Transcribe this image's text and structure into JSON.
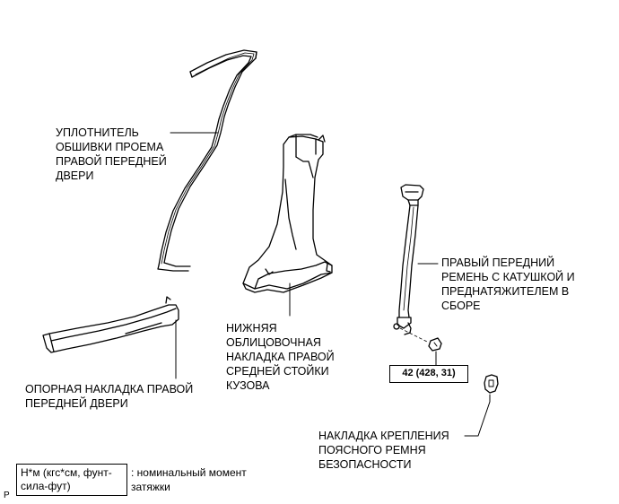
{
  "labels": {
    "weatherstrip": "УПЛОТНИТЕЛЬ\nОБШИВКИ ПРОЕМА\nПРАВОЙ ПЕРЕДНЕЙ\nДВЕРИ",
    "pillar_garnish": "НИЖНЯЯ\nОБЛИЦОВОЧНАЯ\nНАКЛАДКА ПРАВОЙ\nСРЕДНЕЙ СТОЙКИ\nКУЗОВА",
    "seat_belt": "ПРАВЫЙ ПЕРЕДНИЙ\nРЕМЕНЬ С КАТУШКОЙ И\nПРЕДНАТЯЖИТЕЛЕМ В\nСБОРЕ",
    "scuff_plate": "ОПОРНАЯ НАКЛАДКА ПРАВОЙ\nПЕРЕДНЕЙ ДВЕРИ",
    "anchor_cover": "НАКЛАДКА КРЕПЛЕНИЯ\nПОЯСНОГО РЕМНЯ\nБЕЗОПАСНОСТИ"
  },
  "torque": "42 (428, 31)",
  "legend": {
    "unit_box": "Н*м (кгс*см, фунт-\nсила-фут)",
    "description": ": номинальный момент\nзатяжки"
  },
  "corner_mark": "P"
}
